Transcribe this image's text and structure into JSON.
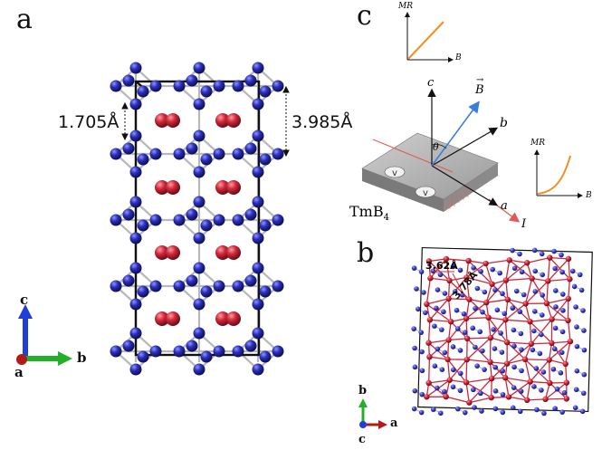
{
  "panels": {
    "a": {
      "letter": "a",
      "dim_left": "1.705Å",
      "dim_right": "3.985Å",
      "axes": {
        "c": "c",
        "b": "b",
        "a": "a"
      }
    },
    "c": {
      "letter": "c",
      "material": "TmB",
      "material_sub": "4",
      "axis_c": "c",
      "axis_b_glyph": "b",
      "axis_a": "a",
      "field": "B",
      "current": "I",
      "angle": "θ",
      "plot_top": {
        "ylabel": "MR",
        "xlabel": "B"
      },
      "plot_right": {
        "ylabel": "MR",
        "xlabel": "B"
      }
    },
    "b": {
      "letter": "b",
      "dist1": "3.62Å",
      "dist2": "3.78Å",
      "axes": {
        "b": "b",
        "a": "a",
        "c": "c"
      }
    }
  },
  "colors": {
    "boron": "#2b2fb8",
    "thulium": "#d0283a",
    "field_arrow": "#3a7fd5",
    "current_arrow": "#e05a5a",
    "mr_curve": "#f09020",
    "axis_c": "#1f3fd8",
    "axis_b": "#22b02a",
    "axis_a": "#b01a1a"
  }
}
